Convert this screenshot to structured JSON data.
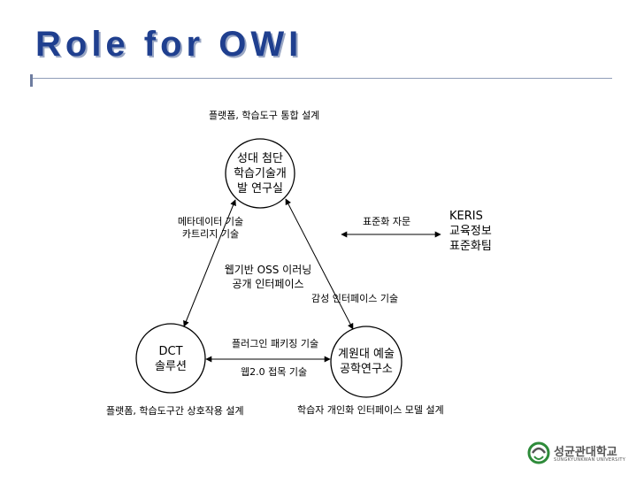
{
  "slide": {
    "title": "Role for OWI"
  },
  "nodes": {
    "top": [
      "성대 첨단",
      "학습기술개",
      "발 연구실"
    ],
    "keris": [
      "KERIS",
      "교육정보",
      "표준화팀"
    ],
    "dct": [
      "DCT",
      "솔루션"
    ],
    "kaywon": [
      "계원대 예술",
      "공학연구소"
    ]
  },
  "labels": {
    "top_design": "플랫폼, 학습도구 통합 설계",
    "meta_tech": [
      "메타데이터 기술",
      "카트리지 기술"
    ],
    "std_advice": "표준화 자문",
    "oss_interface": [
      "웹기반 OSS 이러닝",
      "공개 인터페이스"
    ],
    "emotion_tech": "감성 인터페이스 기술",
    "plugin_pkg": "플러그인 패키징 기술",
    "web20": "웹2.0 접목 기술",
    "bottom_left": "플랫폼, 학습도구간 상호작용 설계",
    "bottom_right": "학습자 개인화 인터페이스 모델 설계"
  },
  "logo": {
    "name": "성균관대학교",
    "sub": "SUNGKYUNKWAN UNIVERSITY"
  }
}
